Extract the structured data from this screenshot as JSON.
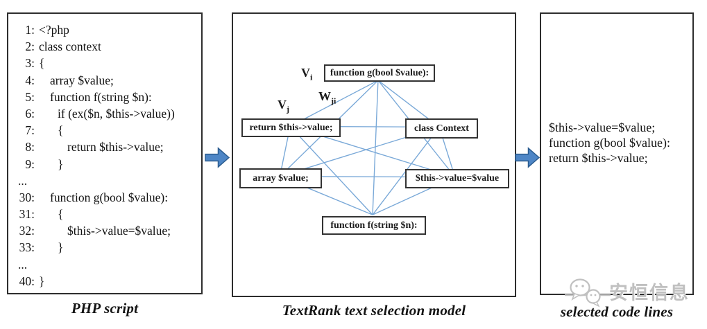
{
  "panels": {
    "php": {
      "caption": "PHP script",
      "lines": [
        {
          "num": "1:",
          "code": "<?php"
        },
        {
          "num": "2:",
          "code": "class context"
        },
        {
          "num": "3:",
          "code": "{"
        },
        {
          "num": "4:",
          "code": "array $value;"
        },
        {
          "num": "5:",
          "code": "function f(string $n):"
        },
        {
          "num": "6:",
          "code": "if (ex($n, $this->value))"
        },
        {
          "num": "7:",
          "code": "{"
        },
        {
          "num": "8:",
          "code": "return $this->value;"
        },
        {
          "num": "9:",
          "code": "}"
        },
        {
          "num": "...",
          "code": ""
        },
        {
          "num": "30:",
          "code": "function g(bool $value):"
        },
        {
          "num": "31:",
          "code": "{"
        },
        {
          "num": "32:",
          "code": "$this->value=$value;"
        },
        {
          "num": "33:",
          "code": "}"
        },
        {
          "num": "...",
          "code": ""
        },
        {
          "num": "40:",
          "code": "}"
        }
      ]
    },
    "textrank": {
      "caption": "TextRank text selection model",
      "nodes": {
        "g": "function g(bool $value):",
        "ret": "return $this->value;",
        "context": "class Context",
        "array": "array $value;",
        "assign": "$this->value=$value",
        "f": "function f(string $n):"
      },
      "annotations": {
        "vi_base": "V",
        "vi_sub": "i",
        "vj_base": "V",
        "vj_sub": "j",
        "wji_base": "W",
        "wji_sub": "ji"
      }
    },
    "selected": {
      "caption": "selected code lines",
      "lines": [
        "$this->value=$value;",
        "function g(bool $value):",
        "return $this->value;"
      ]
    }
  },
  "watermark": {
    "text": "安恒信息"
  },
  "colors": {
    "edge": "#7aa9d8",
    "arrow_fill": "#4e86c6",
    "arrow_stroke": "#2b5c8f",
    "box_border": "#333333",
    "watermark": "#c0c0c0"
  }
}
